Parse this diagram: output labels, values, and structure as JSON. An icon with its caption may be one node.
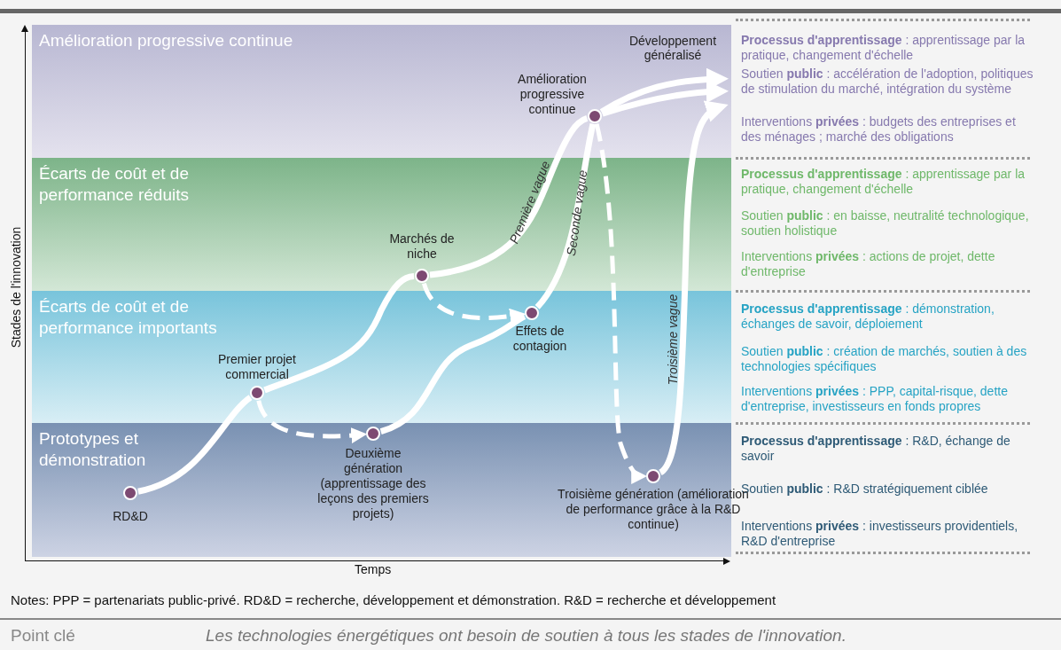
{
  "diagram": {
    "nodes": [
      {
        "text": [
          "Amélioration progressive continue"
        ]
      },
      {
        "text": [
          "Écarts de coût et de performance réduits"
        ]
      },
      {
        "text": [
          "Écarts de coût et de performance importants"
        ]
      },
      {
        "text": [
          "Prototypes et démonstration"
        ]
      },
      {
        "text": [],
        "shape": "circle",
        "in": 3,
        "beside": [
          "RD&D"
        ]
      },
      {
        "text": [],
        "shape": "circle",
        "in": 2,
        "beside": [
          "Premier projet commercial"
        ]
      },
      {
        "text": [],
        "shape": "circle",
        "in": 3,
        "beside": [
          "Deuxième génération (apprentissage des leçons des premiers projets)"
        ]
      },
      {
        "text": [],
        "shape": "circle",
        "in": 1,
        "beside": [
          "Marchés de niche"
        ]
      },
      {
        "text": [],
        "shape": "circle",
        "in": 2,
        "beside": [
          "Effets de contagion"
        ]
      },
      {
        "text": [],
        "shape": "circle",
        "in": 0,
        "beside": [
          "Amélioration progressive continue"
        ]
      },
      {
        "text": [],
        "shape": "circle",
        "in": 3,
        "beside": [
          "Troisième génération (amélioration de performance grâce à la R&D continue)"
        ]
      },
      {
        "text": [
          "Développement généralisé"
        ],
        "in": 0
      }
    ],
    "edges": [
      {
        "from": 4,
        "to": 5,
        "arrow": "none"
      },
      {
        "from": 5,
        "to": 7,
        "arrow": "none"
      },
      {
        "from": 7,
        "to": 9,
        "arrow": "none",
        "label": "Première vague"
      },
      {
        "from": 9,
        "to": 11,
        "arrow": "to"
      },
      {
        "from": 9,
        "to": 11,
        "arrow": "to"
      },
      {
        "from": 5,
        "to": 6,
        "arrow": "to",
        "style": "dashed"
      },
      {
        "from": 6,
        "to": 8,
        "arrow": "none"
      },
      {
        "from": 8,
        "to": 9,
        "arrow": "none",
        "label": "Seconde vague"
      },
      {
        "from": 7,
        "to": 8,
        "arrow": "to",
        "style": "dashed"
      },
      {
        "from": 9,
        "to": 10,
        "arrow": "to",
        "style": "dashed"
      },
      {
        "from": 10,
        "to": 11,
        "arrow": "to",
        "label": "Troisième vague"
      }
    ],
    "labels": [
      "Stades de l'innovation",
      "**Processus d'apprentissage** : apprentissage par la pratique, changement d'échelle",
      "Soutien **public** : accélération de l'adoption, politiques de stimulation du marché, intégration du système",
      "Interventions **privées** : budgets des entreprises et des ménages ; marché des obligations",
      "**Processus d'apprentissage** : apprentissage par la pratique, changement d'échelle",
      "Soutien **public** : en baisse, neutralité technologique, soutien holistique",
      "Interventions **privées** : actions de projet, dette d'entreprise",
      "**Processus d'apprentissage** : démonstration, échanges de savoir, déploiement",
      "Soutien **public** : création de marchés, soutien à des technologies spécifiques",
      "Interventions **privées** : PPP, capital-risque, dette d'entreprise, investisseurs en fonds propres",
      "**Processus d'apprentissage** : R&D, échange de savoir",
      "Soutien **public** : R&D stratégiquement ciblée",
      "Interventions **privées** : investisseurs providentiels, R&D d'entreprise",
      "Temps",
      "Notes: PPP = partenariats public-privé. RD&D = recherche, développement et démonstration. R&D = recherche et développement",
      "Point clé",
      "Les technologies énergétiques ont besoin de soutien à tous les stades de l'innovation."
    ]
  }
}
